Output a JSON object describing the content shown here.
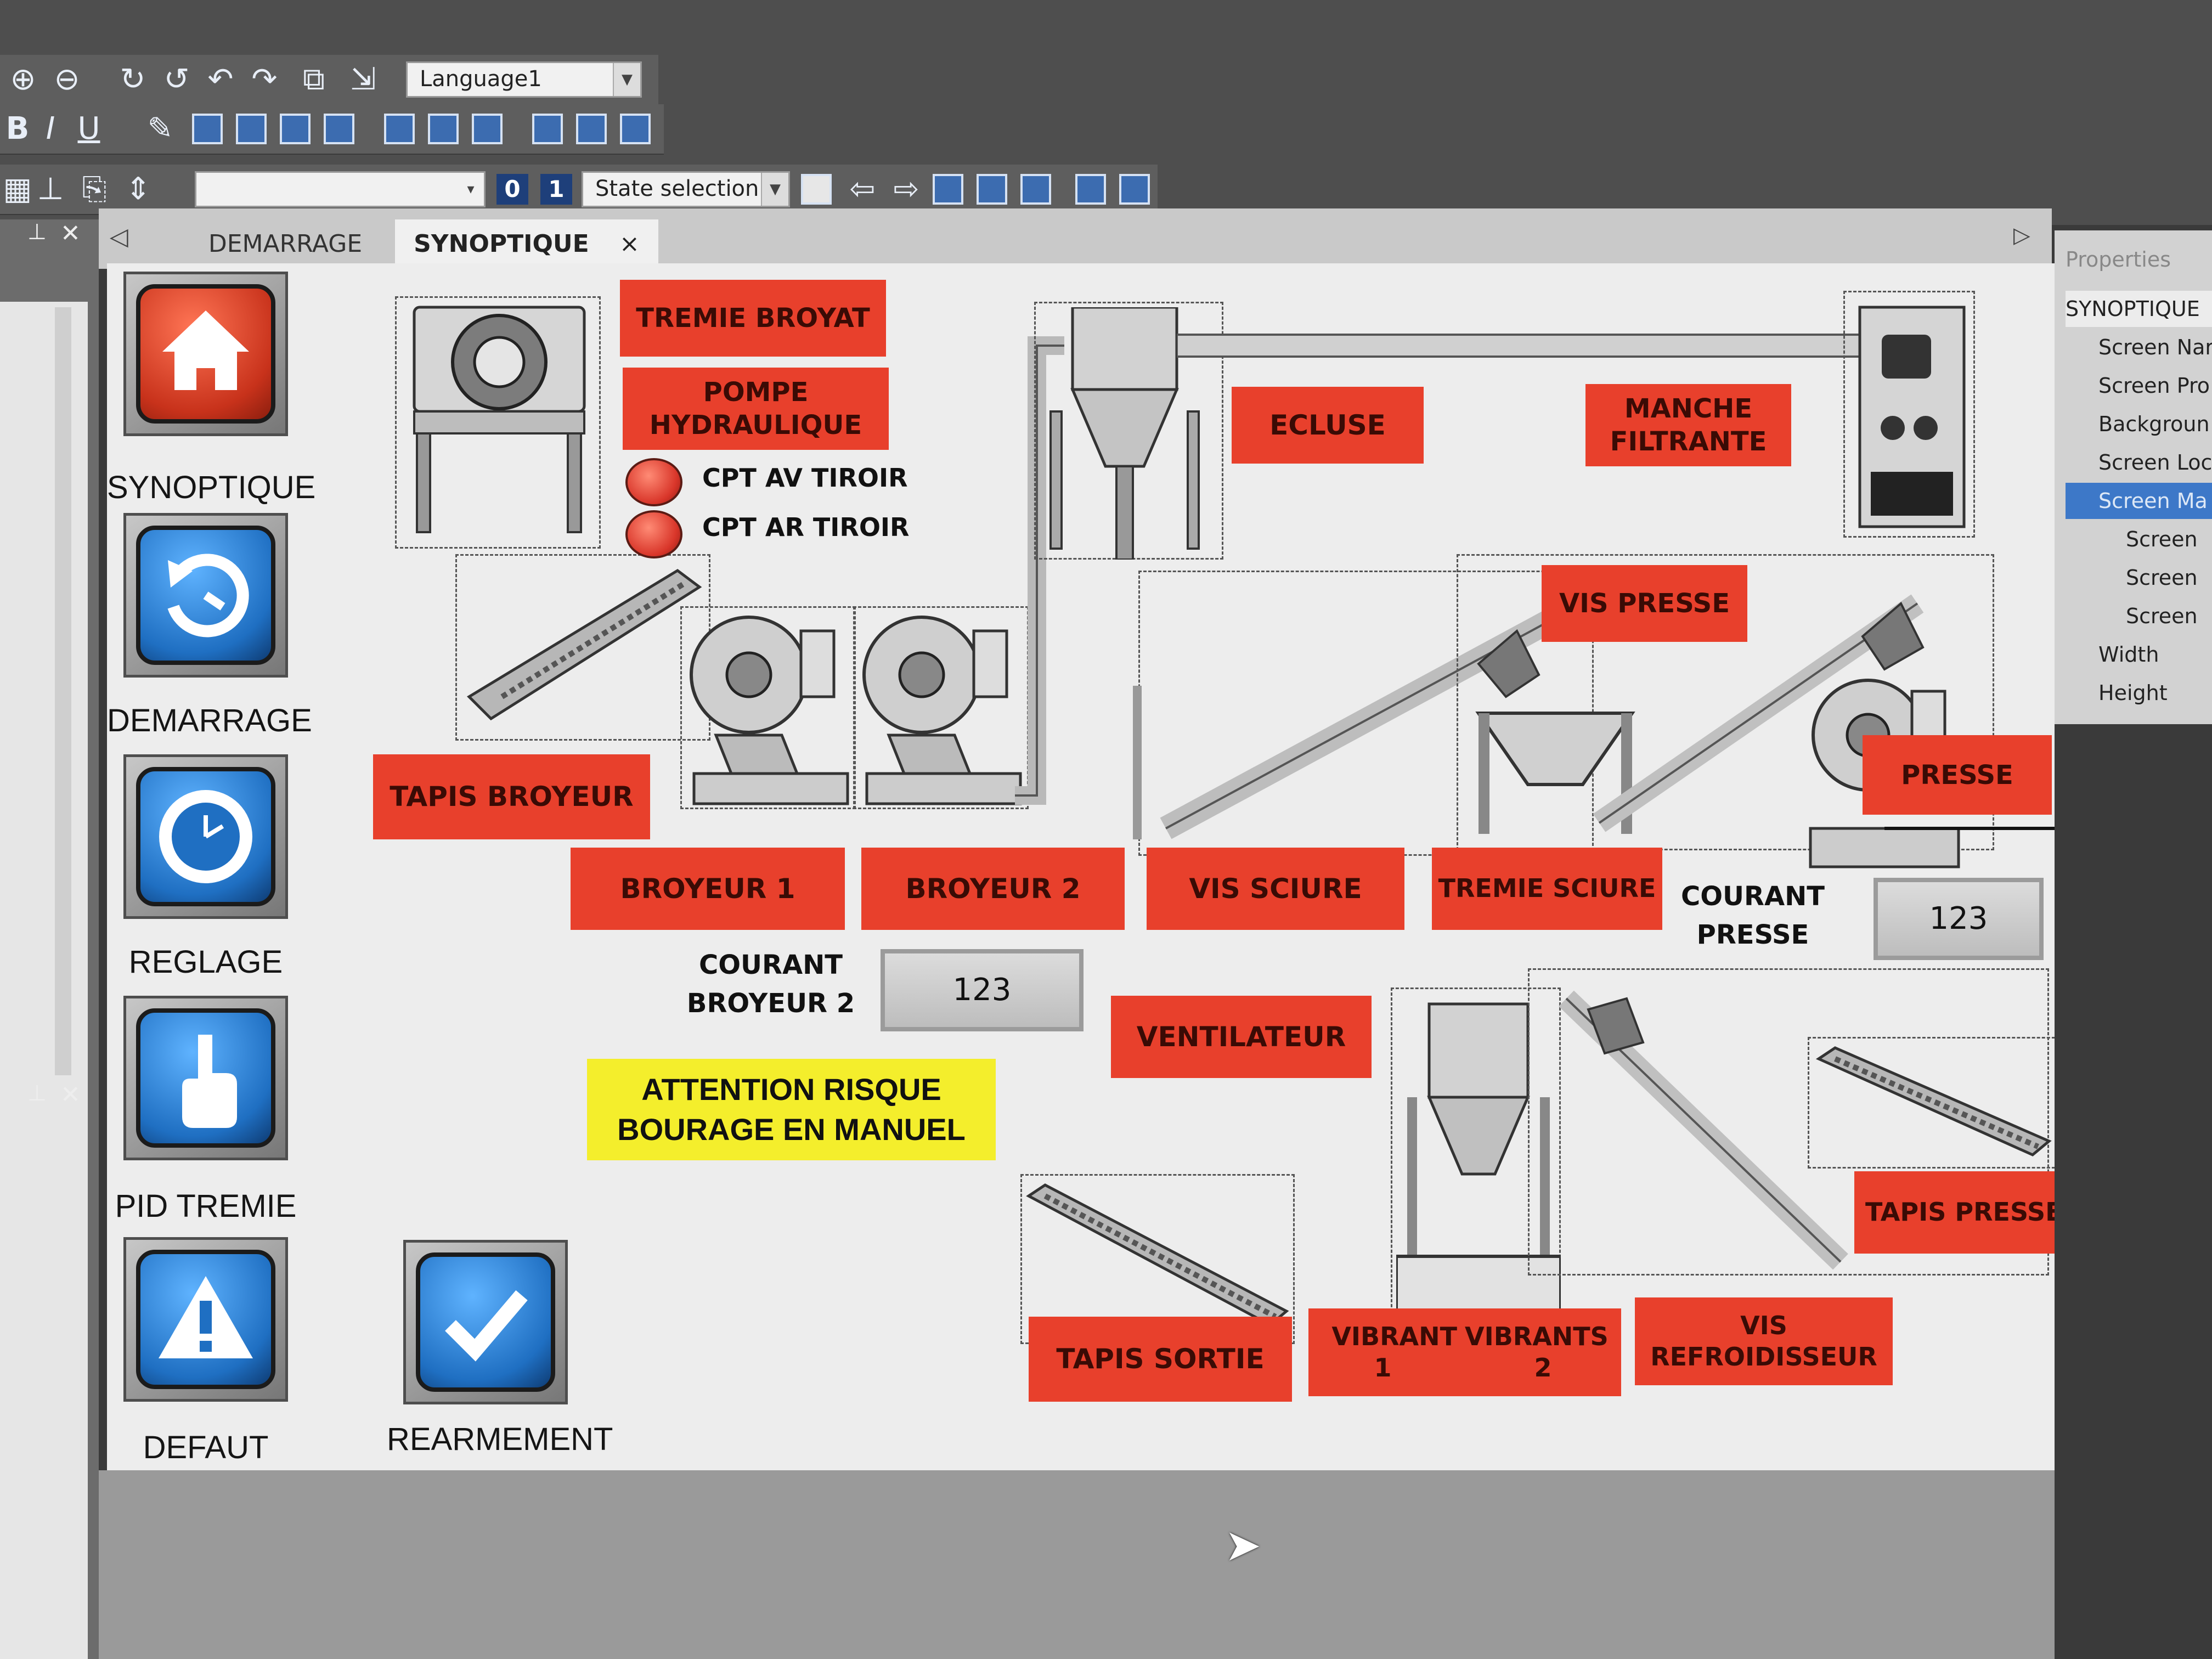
{
  "toolbar": {
    "language_combo": "Language1",
    "state_combo": "State selection...",
    "state_btn_0": "0",
    "state_btn_1": "1",
    "bold": "B",
    "italic": "I",
    "underline": "U"
  },
  "tabs": {
    "tab1": "DEMARRAGE",
    "tab2": "SYNOPTIQUE",
    "close": "×"
  },
  "properties": {
    "title": "Properties",
    "screen_name": "SYNOPTIQUE",
    "rows": [
      "Screen Nar",
      "Screen Pro",
      "Backgroun",
      "Screen Loc",
      "Screen Ma",
      "Screen",
      "Screen",
      "Screen",
      "Width",
      "Height"
    ]
  },
  "nav": {
    "synoptique": "SYNOPTIQUE",
    "demarrage": "DEMARRAGE",
    "reglage": "REGLAGE",
    "pid_tremie": "PID TREMIE",
    "defaut": "DEFAUT",
    "rearmement": "REARMEMENT"
  },
  "labels": {
    "tremie_broyat": "TREMIE BROYAT",
    "pompe_hydraulique": "POMPE HYDRAULIQUE",
    "ecluse": "ECLUSE",
    "manche_filtrante": "MANCHE FILTRANTE",
    "vis_presse": "VIS PRESSE",
    "presse": "PRESSE",
    "tapis_broyeur": "TAPIS BROYEUR",
    "broyeur_1": "BROYEUR 1",
    "broyeur_2": "BROYEUR 2",
    "vis_sciure": "VIS SCIURE",
    "tremie_sciure": "TREMIE SCIURE",
    "ventilateur": "VENTILATEUR",
    "tapis_sortie": "TAPIS SORTIE",
    "vibrants_1": "VIBRANT",
    "vibrants_1_num": "1",
    "vibrants_2": "VIBRANTS",
    "vibrants_2_num": "2",
    "vis_refroidisseur": "VIS REFROIDISSEUR",
    "tapis_presse": "TAPIS PRESSE"
  },
  "indicators": {
    "cpt_av_tiroir": "CPT AV TIROIR",
    "cpt_ar_tiroir": "CPT AR TIROIR"
  },
  "readouts": {
    "courant_broyeur2_label": "COURANT BROYEUR 2",
    "courant_broyeur2_value": "123",
    "courant_presse_label": "COURANT PRESSE",
    "courant_presse_value": "123"
  },
  "warning": {
    "text": "ATTENTION RISQUE BOURAGE EN MANUEL"
  },
  "colors": {
    "label_red": "#e8402c",
    "warning_yellow": "#f4ee2c",
    "button_blue": "#1f6fc2",
    "button_red": "#c8321b"
  }
}
